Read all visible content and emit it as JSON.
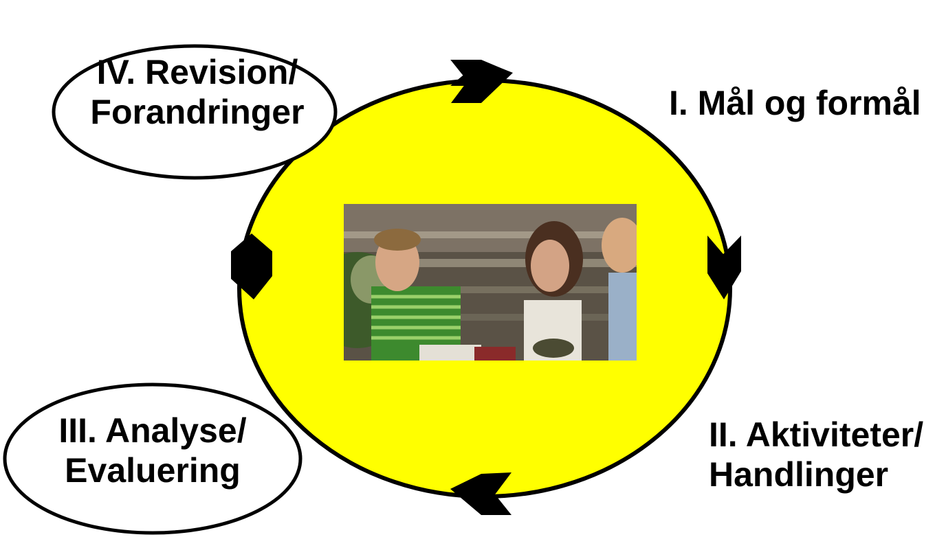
{
  "colors": {
    "cycle_fill": "#ffff00",
    "outline": "#000000",
    "arrow": "#000000",
    "bubble_fill": "#ffffff"
  },
  "icons": {
    "cycle_arrows": "chevron-arrow-icon",
    "photo": "students-in-lecture-hall-photo"
  },
  "stages": {
    "stage1": {
      "lines": [
        "I. Mål og formål"
      ]
    },
    "stage2": {
      "lines": [
        "II. Aktiviteter/",
        "Handlinger"
      ]
    },
    "stage3": {
      "lines": [
        "III. Analyse/",
        "Evaluering"
      ]
    },
    "stage4": {
      "lines": [
        "IV. Revision/",
        "Forandringer"
      ]
    }
  }
}
